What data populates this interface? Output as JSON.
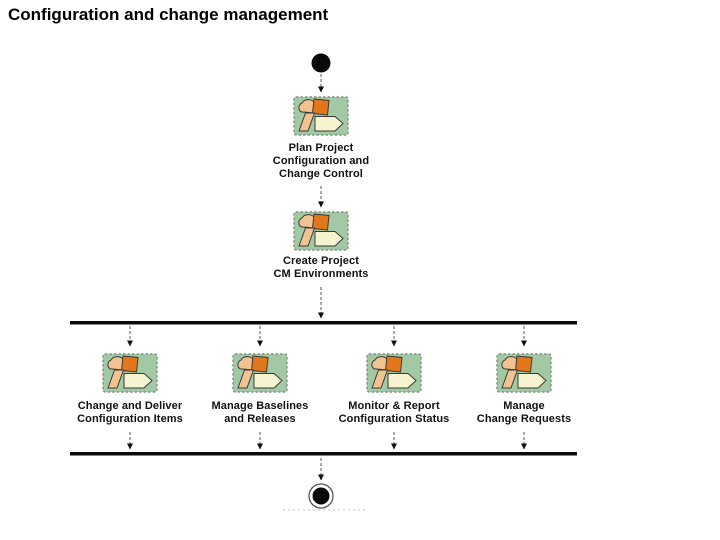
{
  "title": "Configuration and change management",
  "colors": {
    "background": "#ffffff",
    "icon_bg": "#a2c8a4",
    "icon_border": "#7f9480",
    "icon_orange": "#e2761b",
    "icon_tan": "#f1c391",
    "icon_cream": "#f6f3d0",
    "icon_outline": "#3a3a3a",
    "connector": "#555555",
    "sync_bar": "#0a0a0a",
    "text": "#111111"
  },
  "icons": {
    "activity_icon_name": "rup-workflow-activity-icon",
    "start_icon_name": "initial-state-icon",
    "end_icon_name": "final-state-icon"
  },
  "diagram": {
    "sequence_activities": [
      {
        "label": "Plan Project\nConfiguration and\nChange Control"
      },
      {
        "label": "Create Project\nCM Environments"
      }
    ],
    "parallel_activities": [
      {
        "label": "Change and Deliver\nConfiguration Items"
      },
      {
        "label": "Manage Baselines\nand Releases"
      },
      {
        "label": "Monitor & Report\nConfiguration Status"
      },
      {
        "label": "Manage\nChange Requests"
      }
    ]
  }
}
